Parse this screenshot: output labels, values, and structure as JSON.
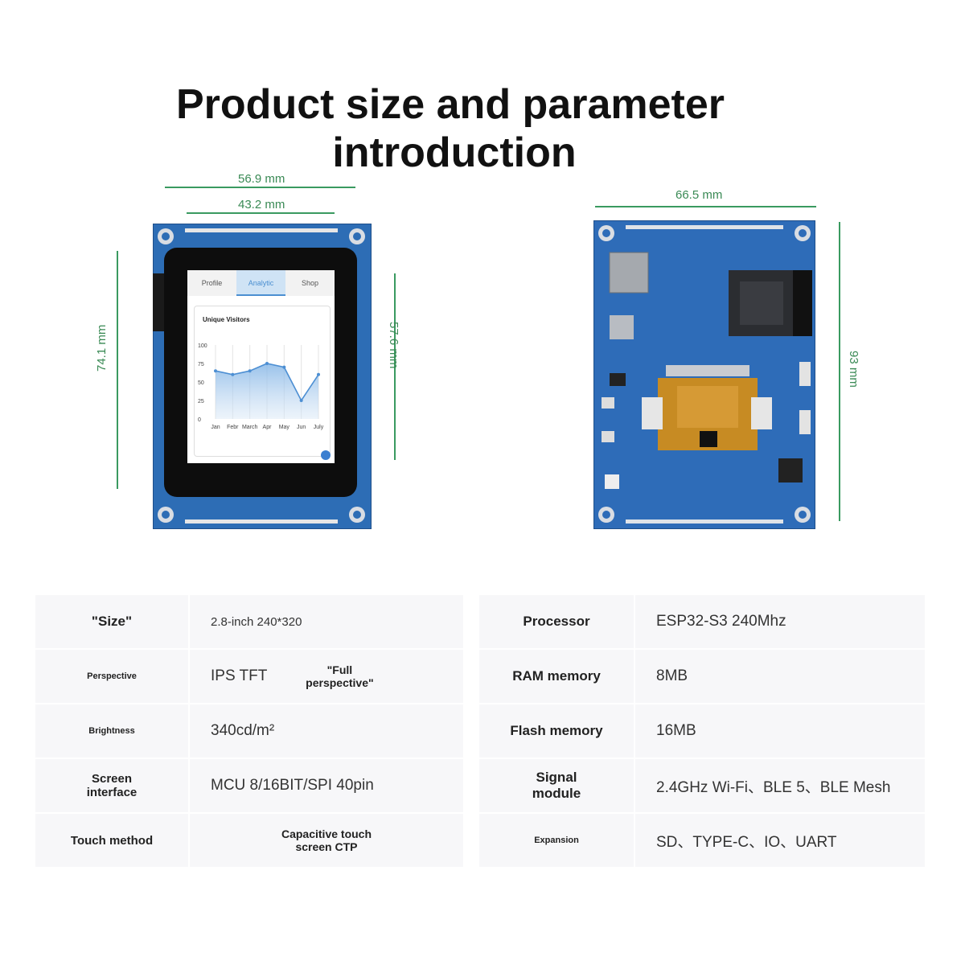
{
  "title": {
    "line1": "Product size and parameter",
    "line2": "introduction"
  },
  "dimensions": {
    "front_width_outer": "56.9 mm",
    "front_width_inner": "43.2 mm",
    "front_height_outer": "74.1 mm",
    "front_height_inner": "57.6 mm",
    "back_width": "66.5 mm",
    "back_height": "93 mm"
  },
  "screen": {
    "tabs": [
      "Profile",
      "Analytic",
      "Shop"
    ],
    "chart_title": "Unique Visitors",
    "y_ticks": [
      "100",
      "75",
      "50",
      "25",
      "0"
    ],
    "x_ticks": [
      "Jan",
      "Febr",
      "March",
      "Apr",
      "May",
      "Jun",
      "July"
    ]
  },
  "chart_data": {
    "type": "area",
    "title": "Unique Visitors",
    "categories": [
      "Jan",
      "Febr",
      "March",
      "Apr",
      "May",
      "Jun",
      "July"
    ],
    "values": [
      65,
      60,
      65,
      75,
      70,
      25,
      60
    ],
    "ylim": [
      0,
      100
    ]
  },
  "specs": {
    "left": [
      {
        "label": "\"Size\"",
        "value": "2.8-inch 240*320"
      },
      {
        "label": "Perspective",
        "value": "IPS TFT",
        "note": "\"Full perspective\""
      },
      {
        "label": "Brightness",
        "value": "340cd/m²"
      },
      {
        "label": "Screen interface",
        "value": "MCU 8/16BIT/SPI   40pin"
      },
      {
        "label": "Touch method",
        "value": "Capacitive touch screen CTP"
      }
    ],
    "right": [
      {
        "label": "Processor",
        "value": "ESP32-S3   240Mhz"
      },
      {
        "label": "RAM memory",
        "value": "8MB"
      },
      {
        "label": "Flash memory",
        "value": "16MB"
      },
      {
        "label": "Signal module",
        "value": "2.4GHz Wi-Fi、BLE 5、BLE Mesh"
      },
      {
        "label": "Expansion",
        "value": "SD、TYPE-C、IO、UART"
      }
    ]
  }
}
